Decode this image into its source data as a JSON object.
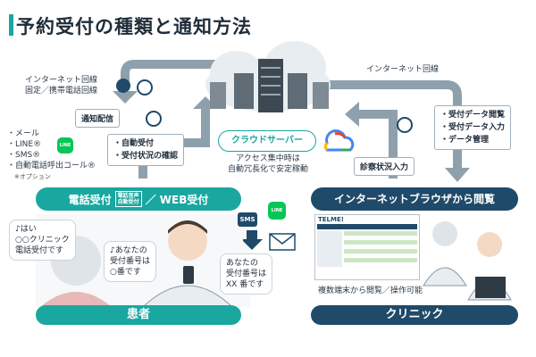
{
  "title": "予約受付の種類と通知方法",
  "left_top_label": [
    "インターネット回線",
    "固定／携帯電話回線"
  ],
  "right_top_label": "インターネット回線",
  "notify_box": "通知配信",
  "notify_methods": [
    "・メール",
    "・LINE®",
    "・SMS®",
    "・自動電話呼出コール®"
  ],
  "notify_option": "※オプション",
  "reception_box": [
    "・自動受付",
    "・受付状況の確認"
  ],
  "cloud_server_label": "クラウドサーバー",
  "cloud_desc": [
    "アクセス集中時は",
    "自動冗長化で安定稼動"
  ],
  "diagnosis_box": "診察状況入力",
  "right_features": [
    "・受付データ閲覧",
    "・受付データ入力",
    "・データ管理"
  ],
  "phone_web_bar": {
    "left": "電話受付",
    "sub": [
      "電話音声",
      "自動受付"
    ],
    "right": "／ WEB受付"
  },
  "browser_bar": "インターネットブラウザから閲覧",
  "sms_icon": "SMS",
  "line_icon": "LINE",
  "patient_bubble_1": [
    "♪はい",
    "○○クリニック",
    "電話受付です"
  ],
  "patient_bubble_2": [
    "♪あなたの",
    "受付番号は",
    "○番です"
  ],
  "patient_bubble_3": [
    "あなたの",
    "受付番号は",
    "XX 番です"
  ],
  "clinic_caption": "複数端末から閲覧／操作可能",
  "patient_label": "患者",
  "clinic_label": "クリニック",
  "screen_logo": "TELME!",
  "colors": {
    "teal": "#1aa7a0",
    "navy": "#1f4a69",
    "arrow": "#8fa0ad"
  }
}
